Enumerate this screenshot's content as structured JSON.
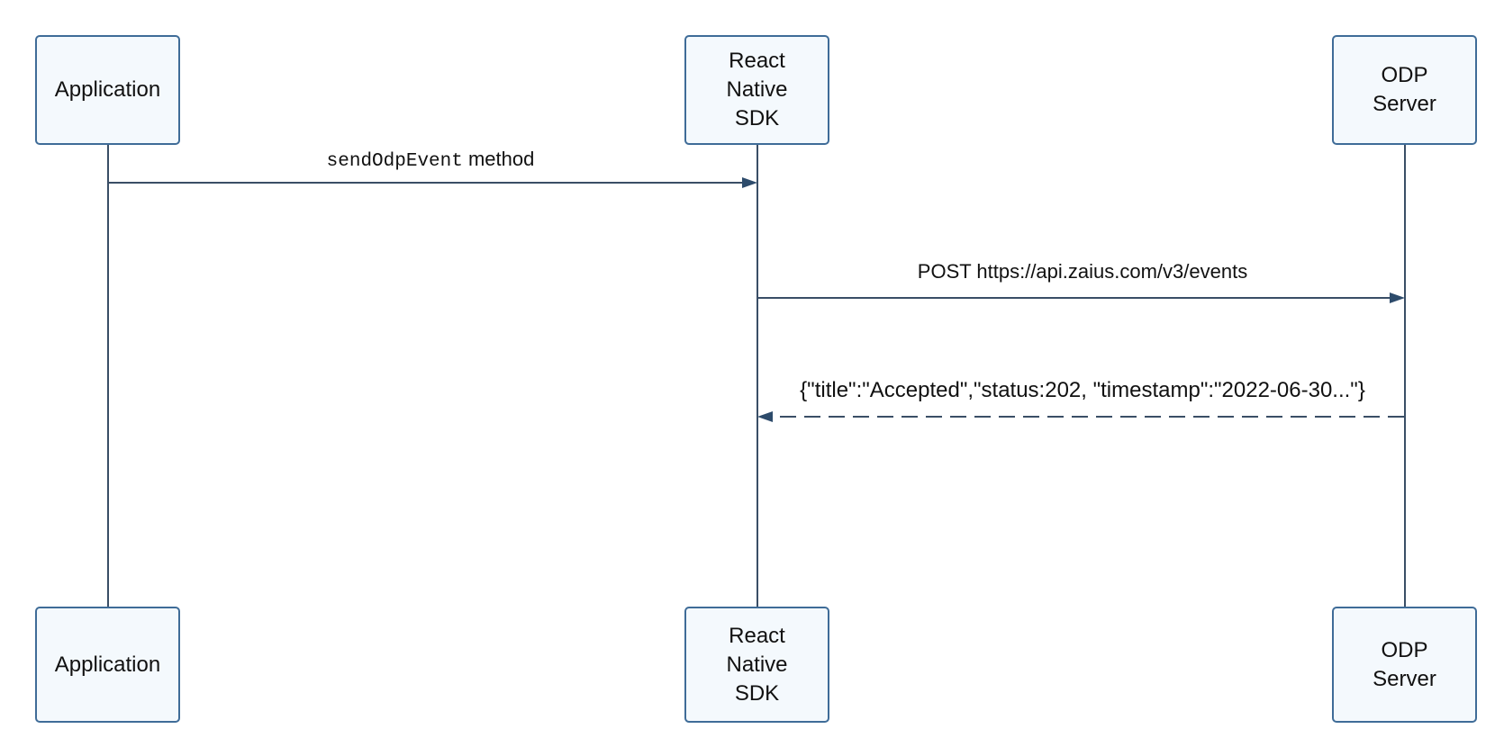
{
  "participants": [
    {
      "id": "app",
      "label": "Application"
    },
    {
      "id": "sdk",
      "label": "React\nNative\nSDK"
    },
    {
      "id": "odp",
      "label": "ODP\nServer"
    }
  ],
  "messages": [
    {
      "from": "app",
      "to": "sdk",
      "style": "solid",
      "code": "sendOdpEvent",
      "text": " method"
    },
    {
      "from": "sdk",
      "to": "odp",
      "style": "solid",
      "text": "POST https://api.zaius.com/v3/events"
    },
    {
      "from": "odp",
      "to": "sdk",
      "style": "dashed",
      "text": "{\"title\":\"Accepted\",\"status:202, \"timestamp\":\"2022-06-30...\"}"
    }
  ],
  "colors": {
    "box_border": "#3f6c98",
    "box_fill": "#f4f9fd",
    "line": "#3a4e66",
    "arrowhead": "#2d4b6b",
    "text": "#111111"
  }
}
